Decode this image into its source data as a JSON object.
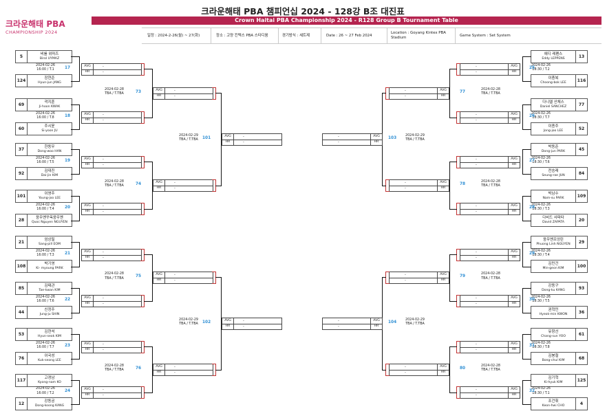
{
  "header": {
    "logo_line1": "크라운해태 PBA",
    "logo_line2": "CHAMPIONSHIP 2024",
    "title": "크라운해태 PBA 챔피언십 2024 - 128강 B조 대진표",
    "subtitle": "Crown Haitai PBA Championship 2024 - R128 Group B Tournament Table"
  },
  "info": {
    "period": "일정 : 2024-2-26(월) ~ 27(화)",
    "venue": "장소 : 고양 킨텍스 PBA 스타디움",
    "system_kr": "경기방식 : 세트제",
    "date_en": "Date : 26 ~ 27 Feb 2024",
    "location_en": "Location : Goyang Kintex PBA Stadium",
    "system_en": "Game System : Set System"
  },
  "labels": {
    "avg": "AVG",
    "hr": "HR",
    "dash": "-"
  },
  "left_players": [
    {
      "seed": "5",
      "kr": "비롤 위마즈",
      "en": "Birol UYMAZ"
    },
    {
      "seed": "124",
      "kr": "장현준",
      "en": "Hyun-jun JANG"
    },
    {
      "seed": "69",
      "kr": "곽지훈",
      "en": "Ji-hoon KWAK"
    },
    {
      "seed": "60",
      "kr": "주시윤",
      "en": "Si-yoon JU"
    },
    {
      "seed": "37",
      "kr": "한동우",
      "en": "Dong-woo HAN"
    },
    {
      "seed": "92",
      "kr": "김대진",
      "en": "Dai-jin KIM"
    },
    {
      "seed": "101",
      "kr": "이영주",
      "en": "Young-joo LEE"
    },
    {
      "seed": "28",
      "kr": "응우옌꾸옥응우옌",
      "en": "Quoc Nguyen NGUYEN"
    },
    {
      "seed": "21",
      "kr": "엄상필",
      "en": "Sang-pill EOM"
    },
    {
      "seed": "108",
      "kr": "박기영",
      "en": "Ki- myoung PARK"
    },
    {
      "seed": "85",
      "kr": "김태관",
      "en": "Tae-kwan KIM"
    },
    {
      "seed": "44",
      "kr": "신정주",
      "en": "Jung-ju SHIN"
    },
    {
      "seed": "53",
      "kr": "김현석",
      "en": "Hyun-seok KIM"
    },
    {
      "seed": "76",
      "kr": "이국성",
      "en": "Kuk-seong LEE"
    },
    {
      "seed": "117",
      "kr": "고경남",
      "en": "Kyong-nam KO"
    },
    {
      "seed": "12",
      "kr": "강동궁",
      "en": "Dong-koong KANG"
    }
  ],
  "right_players": [
    {
      "seed": "13",
      "kr": "에디 레펜스",
      "en": "Eddy LEPPENS"
    },
    {
      "seed": "116",
      "kr": "이충복",
      "en": "Choong-bok LEE"
    },
    {
      "seed": "77",
      "kr": "다니엘 산체스",
      "en": "Daniel SANCHEZ"
    },
    {
      "seed": "52",
      "kr": "이종주",
      "en": "Jong-joo LEE"
    },
    {
      "seed": "45",
      "kr": "박동준",
      "en": "Dong-jun PARK"
    },
    {
      "seed": "84",
      "kr": "전승래",
      "en": "Seung-rae JUN"
    },
    {
      "seed": "109",
      "kr": "박남수",
      "en": "Nam-su PARK"
    },
    {
      "seed": "20",
      "kr": "다비드 사파타",
      "en": "David ZAPATA"
    },
    {
      "seed": "29",
      "kr": "응우옌프엉린",
      "en": "Phuong Linh NGUYEN"
    },
    {
      "seed": "100",
      "kr": "김민건",
      "en": "Min-geon KIM"
    },
    {
      "seed": "93",
      "kr": "강동구",
      "en": "Dong-ku KANG"
    },
    {
      "seed": "36",
      "kr": "권혁민",
      "en": "Hyeok-min KWON"
    },
    {
      "seed": "61",
      "kr": "유창선",
      "en": "Chang-sun YOO"
    },
    {
      "seed": "68",
      "kr": "김봉철",
      "en": "Bong-chul KIM"
    },
    {
      "seed": "125",
      "kr": "김기혁",
      "en": "Ki-hyuk KIM"
    },
    {
      "seed": "4",
      "kr": "조건휘",
      "en": "Keon-hwi CHO"
    }
  ],
  "left_r128": [
    {
      "num": "17",
      "date": "2024-02-26",
      "time": "16:00 / T.1"
    },
    {
      "num": "18",
      "date": "2024-02-26",
      "time": "16:00 / T.8"
    },
    {
      "num": "19",
      "date": "2024-02-26",
      "time": "16:00 / T.5"
    },
    {
      "num": "20",
      "date": "2024-02-26",
      "time": "16:00 / T.4"
    },
    {
      "num": "21",
      "date": "2024-02-26",
      "time": "16:00 / T.3"
    },
    {
      "num": "22",
      "date": "2024-02-26",
      "time": "16:00 / T.6"
    },
    {
      "num": "23",
      "date": "2024-02-26",
      "time": "16:00 / T.7"
    },
    {
      "num": "24",
      "date": "2024-02-26",
      "time": "16:00 / T.2"
    }
  ],
  "right_r128": [
    {
      "num": "25",
      "date": "2024-02-26",
      "time": "18:30 / T.2"
    },
    {
      "num": "26",
      "date": "2024-02-26",
      "time": "18:30 / T.7"
    },
    {
      "num": "27",
      "date": "2024-02-26",
      "time": "18:30 / T.6"
    },
    {
      "num": "28",
      "date": "2024-02-26",
      "time": "18:30 / T.3"
    },
    {
      "num": "29",
      "date": "2024-02-26",
      "time": "18:30 / T.4"
    },
    {
      "num": "30",
      "date": "2024-02-26",
      "time": "18:30 / T.5"
    },
    {
      "num": "31",
      "date": "2024-02-26",
      "time": "18:30 / T.8"
    },
    {
      "num": "32",
      "date": "2024-02-26",
      "time": "18:30 / T.1"
    }
  ],
  "left_r64": [
    {
      "num": "73",
      "date": "2024-02-28",
      "time": "TBA / T.TBA"
    },
    {
      "num": "74",
      "date": "2024-02-28",
      "time": "TBA / T.TBA"
    },
    {
      "num": "75",
      "date": "2024-02-28",
      "time": "TBA / T.TBA"
    },
    {
      "num": "76",
      "date": "2024-02-28",
      "time": "TBA / T.TBA"
    }
  ],
  "right_r64": [
    {
      "num": "77",
      "date": "2024-02-28",
      "time": "TBA / T.TBA"
    },
    {
      "num": "78",
      "date": "2024-02-28",
      "time": "TBA / T.TBA"
    },
    {
      "num": "79",
      "date": "2024-02-28",
      "time": "TBA / T.TBA"
    },
    {
      "num": "80",
      "date": "2024-02-28",
      "time": "TBA / T.TBA"
    }
  ],
  "left_r32": [
    {
      "num": "101",
      "date": "2024-02-29",
      "time": "TBA / T.TBA"
    },
    {
      "num": "102",
      "date": "2024-02-29",
      "time": "TBA / T.TBA"
    }
  ],
  "right_r32": [
    {
      "num": "103",
      "date": "2024-02-29",
      "time": "TBA / T.TBA"
    },
    {
      "num": "104",
      "date": "2024-02-29",
      "time": "TBA / T.TBA"
    }
  ]
}
